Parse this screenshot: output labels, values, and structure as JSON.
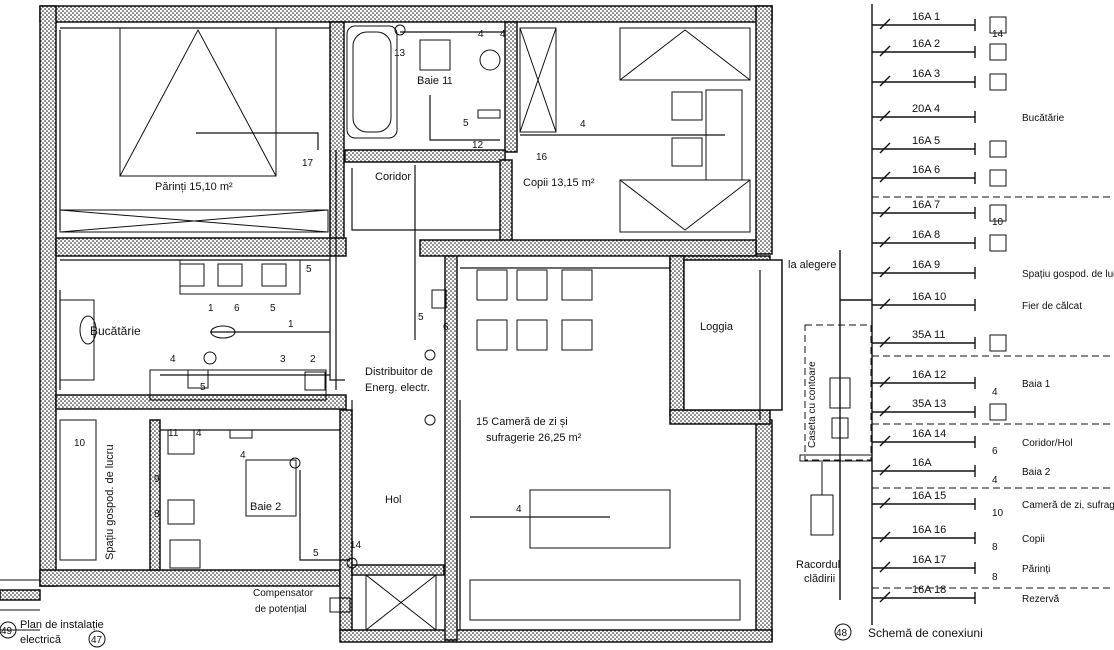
{
  "plan": {
    "rooms": {
      "parents": "Părinți 15,10 m²",
      "bath1": "Baie 1",
      "corridor": "Coridor",
      "children": "Copii   13,15 m²",
      "kitchen": "Bucătărie",
      "loggia": "Loggia",
      "distributor_1": "Distribuitor de",
      "distributor_2": "Energ. electr.",
      "living_1": "15 Cameră de zi și",
      "living_2": "sufragerie 26,25 m²",
      "hall": "Hol",
      "bath2": "Baie 2",
      "utility": "Spațiu gospod. de lucru"
    },
    "equipotential_1": "Compensator",
    "equipotential_2": "de potențial",
    "caption_num": "49",
    "caption_1": "Plan de instalație",
    "caption_2": "electrică",
    "caption_ref": "47",
    "numbers": {
      "n4a": "4",
      "n4b": "4",
      "n13": "13",
      "n1a": "1",
      "n5a": "5",
      "n12": "12",
      "n17": "17",
      "n16": "16",
      "n4c": "4",
      "n5b": "5",
      "n1b": "1",
      "n6": "6",
      "n5c": "5",
      "n1c": "1",
      "n4d": "4",
      "n3": "3",
      "n2": "2",
      "n5d": "5",
      "n5e": "5",
      "n6b": "6",
      "n10": "10",
      "n11": "11",
      "n4e": "4",
      "n4f": "4",
      "n9": "9",
      "n8": "8",
      "n5f": "5",
      "n14": "14",
      "n4g": "4"
    }
  },
  "schema": {
    "title_num": "48",
    "title": "Schemă de conexiuni",
    "choice": "la alegere",
    "meter_box": "Caseta cu contoare",
    "connection_1": "Racordul",
    "connection_2": "clădirii",
    "circuits": [
      {
        "rating": "16A 1",
        "note": "14",
        "label": ""
      },
      {
        "rating": "16A 2",
        "note": "",
        "label": ""
      },
      {
        "rating": "16A 3",
        "note": "",
        "label": ""
      },
      {
        "rating": "20A 4",
        "note": "",
        "label": "Bucătărie"
      },
      {
        "rating": "16A 5",
        "note": "",
        "label": ""
      },
      {
        "rating": "16A 6",
        "note": "",
        "label": ""
      },
      {
        "rating": "16A 7",
        "note": "10",
        "label": ""
      },
      {
        "rating": "16A 8",
        "note": "",
        "label": ""
      },
      {
        "rating": "16A 9",
        "note": "",
        "label": "Spațiu gospod. de lucru"
      },
      {
        "rating": "16A 10",
        "note": "",
        "label": "Fier de călcat"
      },
      {
        "rating": "35A 11",
        "note": "",
        "label": ""
      },
      {
        "rating": "16A 12",
        "note": "4",
        "label": "Baia 1"
      },
      {
        "rating": "35A 13",
        "note": "",
        "label": ""
      },
      {
        "rating": "16A 14",
        "note": "6",
        "label": "Coridor/Hol"
      },
      {
        "rating": "16A",
        "note": "4",
        "label": "Baia 2"
      },
      {
        "rating": "16A 15",
        "note": "10",
        "label": "Cameră de zi, sufrageria"
      },
      {
        "rating": "16A 16",
        "note": "8",
        "label": "Copii"
      },
      {
        "rating": "16A 17",
        "note": "8",
        "label": "Părinți"
      },
      {
        "rating": "16A 18",
        "note": "",
        "label": "Rezervă"
      }
    ]
  }
}
